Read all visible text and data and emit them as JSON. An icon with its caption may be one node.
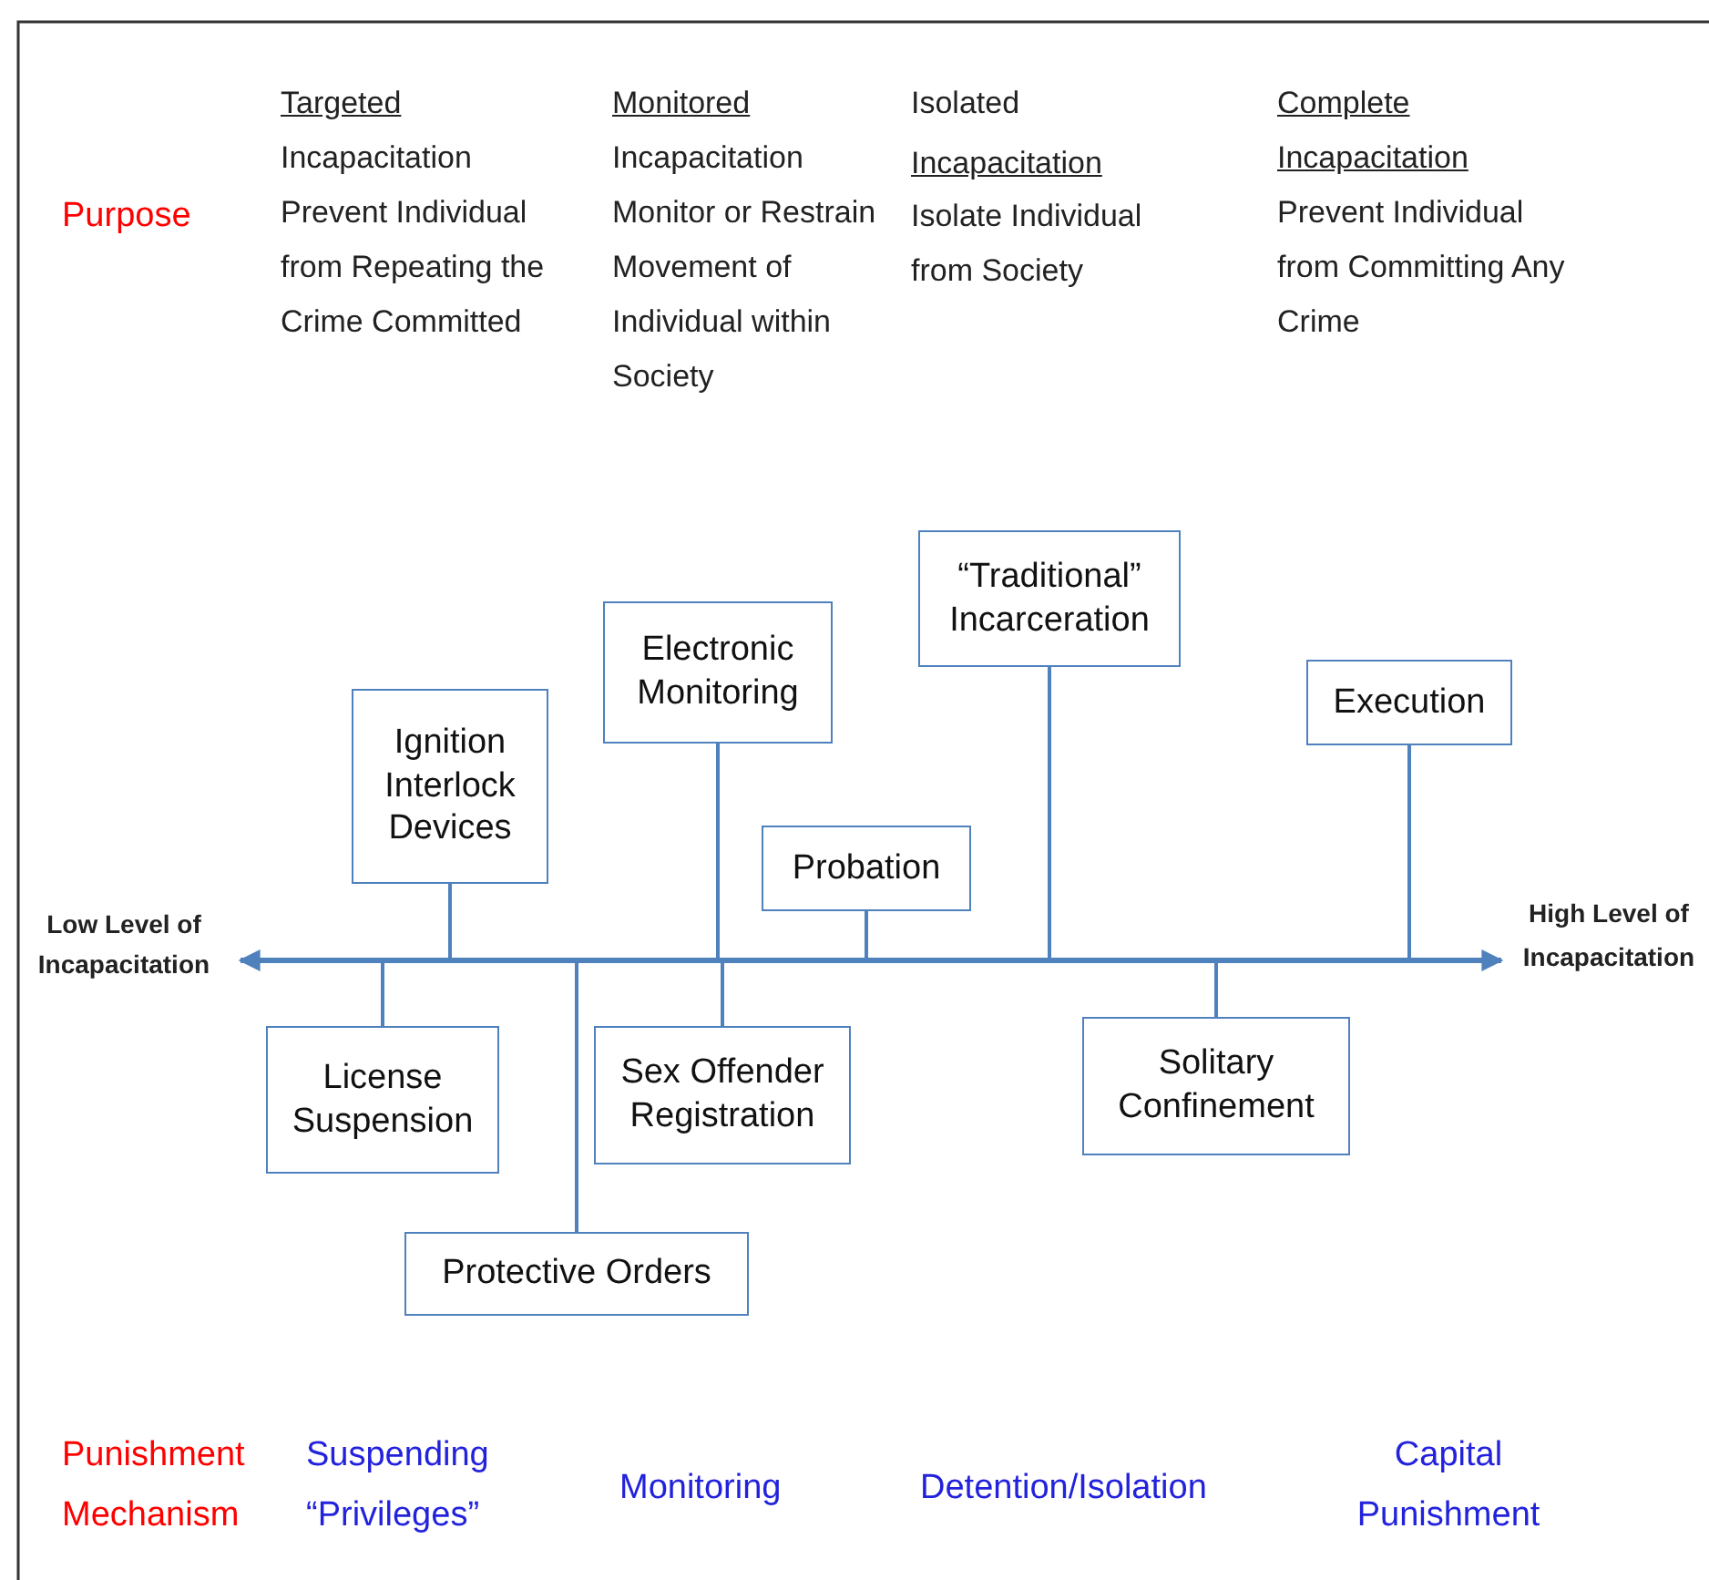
{
  "diagram": {
    "nodes": [
      {
        "text": [],
        "shape": "bar"
      },
      {
        "text": [
          "Ignition Interlock Devices"
        ]
      },
      {
        "text": [
          "Electronic Monitoring"
        ]
      },
      {
        "text": [
          "“Traditional” Incarceration"
        ]
      },
      {
        "text": [
          "Execution"
        ]
      },
      {
        "text": [
          "Probation"
        ]
      },
      {
        "text": [
          "License Suspension"
        ]
      },
      {
        "text": [
          "Sex Offender Registration"
        ]
      },
      {
        "text": [
          "Protective Orders"
        ]
      },
      {
        "text": [
          "Solitary Confinement"
        ]
      }
    ],
    "edges": [
      {
        "from": 1,
        "to": 0,
        "arrow": "none"
      },
      {
        "from": 2,
        "to": 0,
        "arrow": "none"
      },
      {
        "from": 3,
        "to": 0,
        "arrow": "none"
      },
      {
        "from": 4,
        "to": 0,
        "arrow": "none"
      },
      {
        "from": 5,
        "to": 0,
        "arrow": "none"
      },
      {
        "from": 6,
        "to": 0,
        "arrow": "none"
      },
      {
        "from": 7,
        "to": 0,
        "arrow": "none"
      },
      {
        "from": 8,
        "to": 0,
        "arrow": "none"
      },
      {
        "from": 9,
        "to": 0,
        "arrow": "none"
      }
    ],
    "labels": [
      "Purpose",
      "Targeted",
      "Incapacitation",
      "Prevent Individual from Repeating the Crime Committed",
      "Monitored",
      "Incapacitation",
      "Monitor or Restrain Movement of Individual within Society",
      "Isolated",
      "Incapacitation",
      "Isolate Individual from Society",
      "Complete Incapacitation",
      "Prevent Individual from Committing Any Crime",
      "Low Level of Incapacitation",
      "High Level of Incapacitation",
      "Punishment Mechanism",
      "Suspending “Privileges”",
      "Monitoring",
      "Detention/Isolation",
      "Capital Punishment"
    ]
  }
}
